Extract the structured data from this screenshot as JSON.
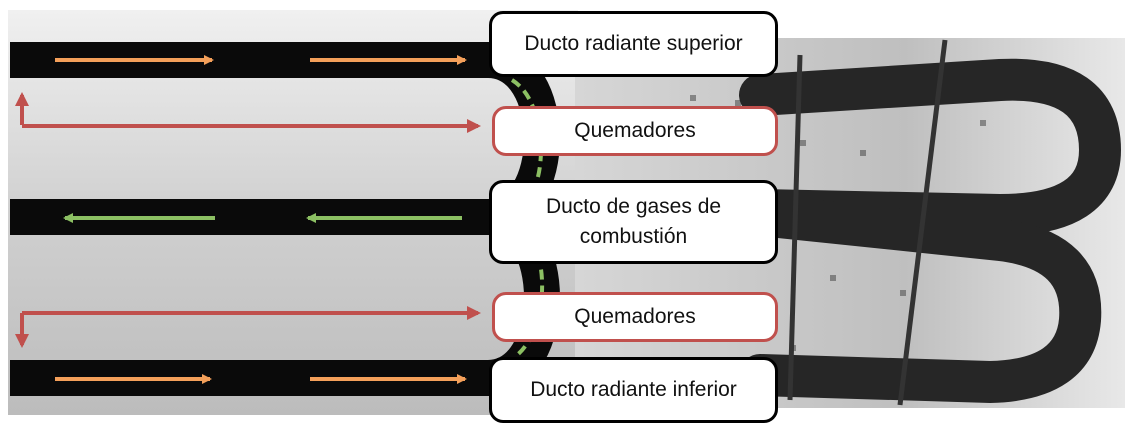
{
  "labels": {
    "upper_duct": "Ducto radiante superior",
    "burners_top": "Quemadores",
    "flue_gas_duct": "Ducto de gases de combustión",
    "burners_bottom": "Quemadores",
    "lower_duct": "Ducto radiante inferior"
  },
  "colors": {
    "duct": "#0a0a0a",
    "flow_arrow_radiant": "#f4a05a",
    "flow_arrow_flue": "#8cc063",
    "burner_arrow": "#c0504d",
    "label_border": "#000000",
    "burner_label_border": "#c0504d",
    "background_gradient_top": "#eeeeee",
    "background_gradient_bottom": "#bdbdbd"
  }
}
